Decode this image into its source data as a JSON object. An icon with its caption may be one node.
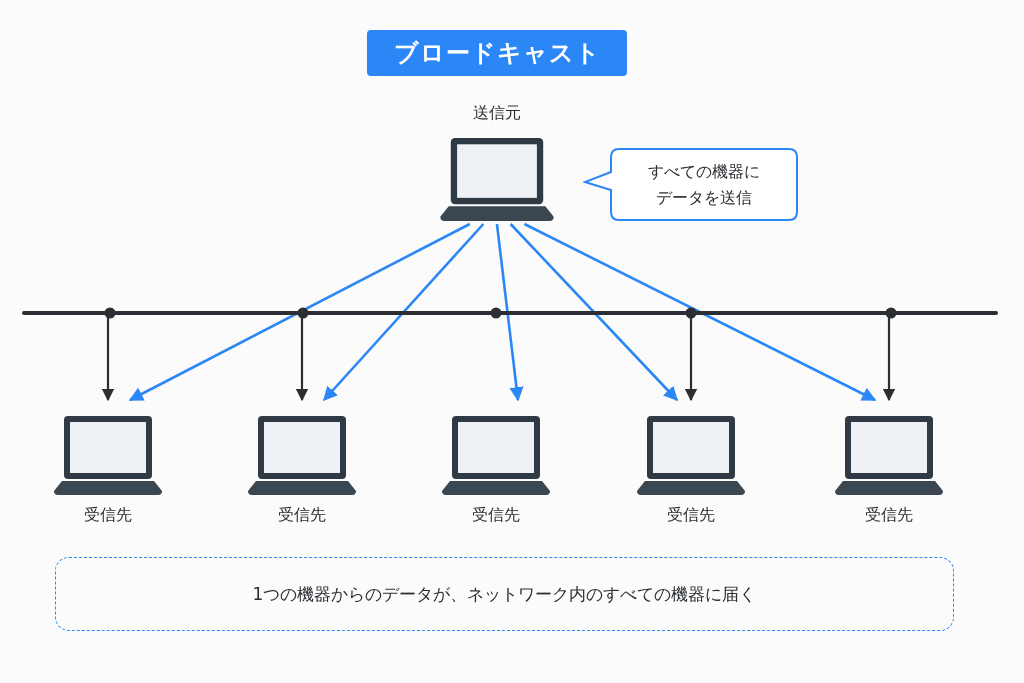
{
  "diagram": {
    "title": "ブロードキャスト",
    "nodes": [
      {
        "text": [
          "送信元"
        ]
      },
      {
        "text": [
          "受信先"
        ]
      },
      {
        "text": [
          "受信先"
        ]
      },
      {
        "text": [
          "受信先"
        ]
      },
      {
        "text": [
          "受信先"
        ]
      },
      {
        "text": [
          "受信先"
        ]
      },
      {
        "text": [
          "すべての機器にデータを送信"
        ]
      },
      {
        "text": [],
        "shape": "bar"
      },
      {
        "text": [
          "1つの機器からのデータが、ネットワーク内のすべての機器に届く"
        ]
      }
    ],
    "edges": [
      {
        "from": 0,
        "to": 1,
        "arrow": "to"
      },
      {
        "from": 0,
        "to": 2,
        "arrow": "to"
      },
      {
        "from": 0,
        "to": 3,
        "arrow": "to"
      },
      {
        "from": 0,
        "to": 4,
        "arrow": "to"
      },
      {
        "from": 0,
        "to": 5,
        "arrow": "to"
      },
      {
        "from": 7,
        "to": 1,
        "arrow": "to",
        "color": "#2b2f33"
      },
      {
        "from": 7,
        "to": 2,
        "arrow": "to",
        "color": "#2b2f33"
      },
      {
        "from": 7,
        "to": 4,
        "arrow": "to",
        "color": "#2b2f33"
      },
      {
        "from": 7,
        "to": 5,
        "arrow": "to",
        "color": "#2b2f33"
      }
    ]
  }
}
